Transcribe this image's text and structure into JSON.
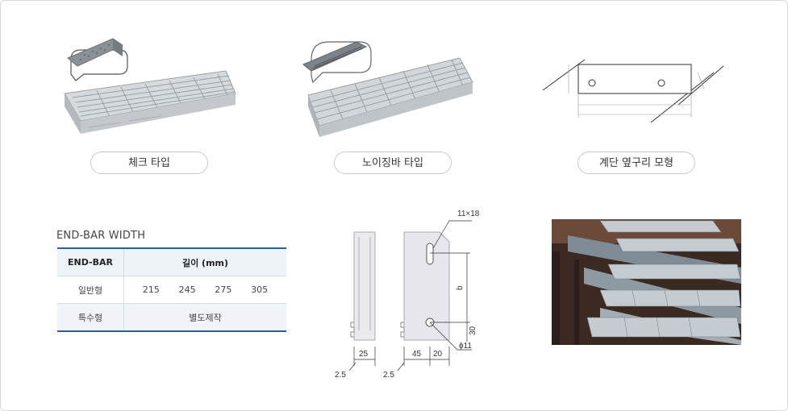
{
  "labels": {
    "check_type": "체크 타입",
    "noijing_type": "노이징바 타입",
    "side_model": "계단 옆구리 모형"
  },
  "endbar": {
    "title": "END-BAR WIDTH",
    "header_col1": "END-BAR",
    "header_col2": "길이 (mm)",
    "rows": [
      {
        "name": "일반형",
        "values": [
          "215",
          "245",
          "275",
          "305"
        ]
      },
      {
        "name": "특수형",
        "value": "별도제작"
      }
    ]
  },
  "drawing": {
    "hole": "11×18",
    "b": "b",
    "d30": "30",
    "phi": "ϕ11",
    "w25": "25",
    "w45": "45",
    "w20": "20",
    "t1": "2.5",
    "t2": "2.5"
  }
}
